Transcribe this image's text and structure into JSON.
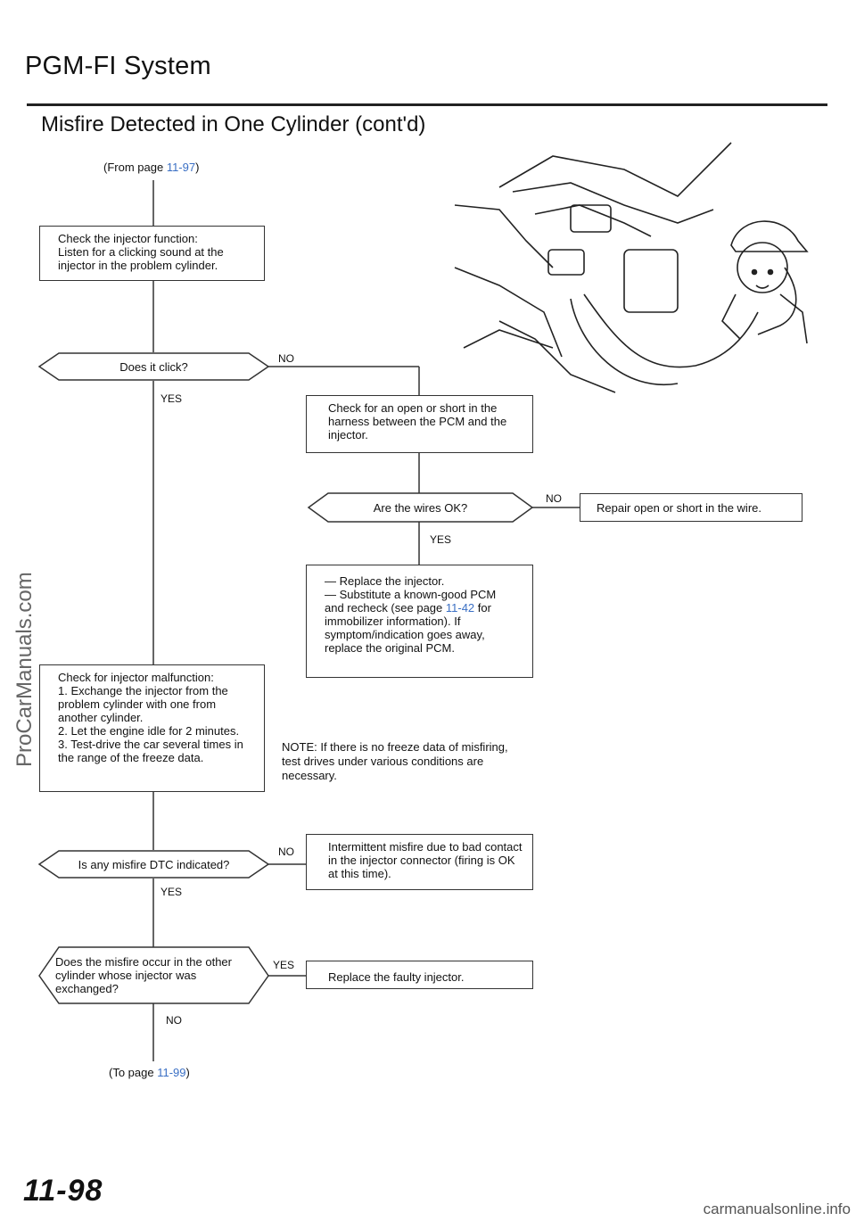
{
  "header": {
    "title": "PGM-FI System",
    "subtitle": "Misfire Detected in One Cylinder (cont'd)"
  },
  "from": {
    "prefix": "(From page ",
    "page": "11-97",
    "suffix": ")"
  },
  "to": {
    "prefix": "(To page ",
    "page": "11-99",
    "suffix": ")"
  },
  "steps": {
    "check_function": "Check the injector function:\nListen for a clicking sound at the injector in the problem cylinder.",
    "does_click": "Does it click?",
    "check_harness": "Check for an open or short in the harness between the PCM and the injector.",
    "wires_ok": "Are the wires OK?",
    "repair_wire": "Repair open or short in the wire.",
    "replace_line1": "— Replace the injector.",
    "replace_line2_pre": "— Substitute a known-good PCM and recheck (see page ",
    "replace_page": "11-42",
    "replace_line2_post": " for immobilizer information). If symptom/indication goes away, replace the original PCM.",
    "malfunction": "Check for injector malfunction:\n1. Exchange the injector from the problem cylinder with one from another cylinder.\n2. Let the engine idle for 2 minutes.\n3. Test-drive the car several times in the range of the freeze data.",
    "note": "NOTE: If there is no freeze data of misfiring, test drives under various conditions are necessary.",
    "misfire_dtc": "Is any misfire DTC indicated?",
    "intermittent": "Intermittent misfire due to bad contact in the injector connector (firing is OK at this time).",
    "occur_other": "Does the misfire occur in the other cylinder whose injector was exchanged?",
    "replace_faulty": "Replace the faulty injector."
  },
  "labels": {
    "no1": "NO",
    "yes1": "YES",
    "no2": "NO",
    "yes2": "YES",
    "no3": "NO",
    "yes3": "YES",
    "yes4": "YES",
    "no4": "NO"
  },
  "watermark": "ProCarManuals.com",
  "page_number": "11-98",
  "footer": "carmanualsonline.info"
}
